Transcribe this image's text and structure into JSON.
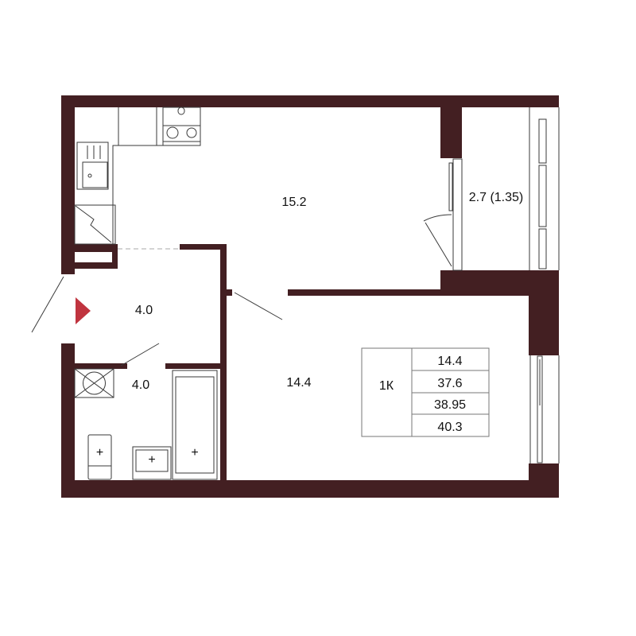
{
  "rooms": {
    "living_kitchen": "15.2",
    "balcony": "2.7 (1.35)",
    "hall": "4.0",
    "bathroom": "4.0",
    "bedroom": "14.4"
  },
  "summary": {
    "type": "1К",
    "living_area": "14.4",
    "total_area": "37.6",
    "area_with_balcony_coef": "38.95",
    "area_with_balcony": "40.3"
  },
  "colors": {
    "wall": "#431f22",
    "entrance_marker": "#c0343f"
  }
}
